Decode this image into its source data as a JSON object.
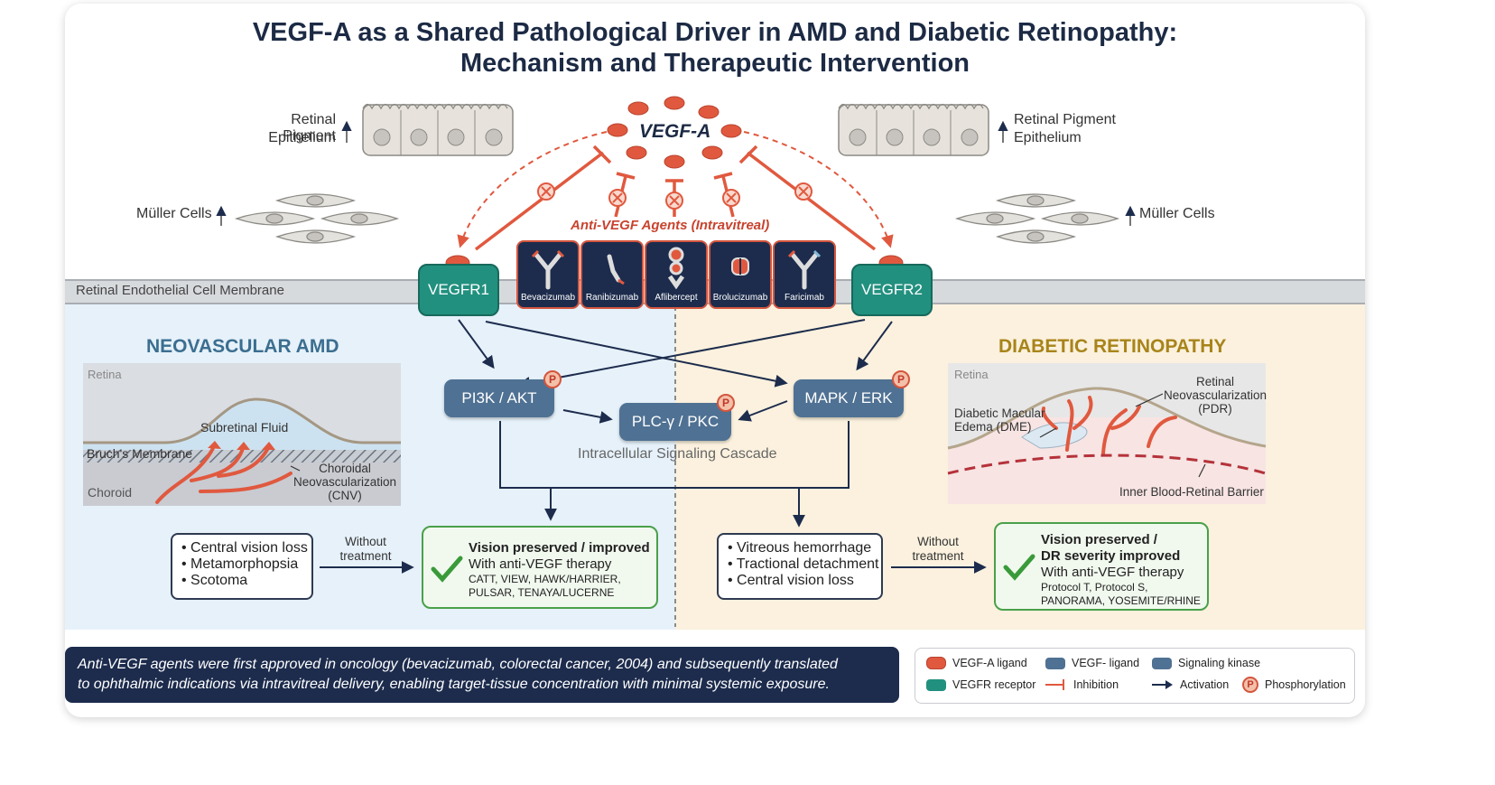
{
  "title_line1": "VEGF-A as a Shared Pathological Driver in AMD and Diabetic Retinopathy:",
  "title_line2": "Mechanism and Therapeutic Intervention",
  "top": {
    "rpe_label_left": [
      "Retinal Pigment",
      "Epithelium"
    ],
    "rpe_label_right": [
      "Retinal Pigment",
      "Epithelium"
    ],
    "muller_left": "Müller Cells",
    "muller_right": "Müller Cells",
    "vegf_label": "VEGF-A",
    "anti_vegf_label": "Anti-VEGF Agents (Intravitreal)"
  },
  "membrane_label": "Retinal Endothelial Cell Membrane",
  "receptors": [
    "VEGFR1",
    "VEGFR2"
  ],
  "drugs": [
    {
      "name": "Bevacizumab",
      "icon": "antibody-icon"
    },
    {
      "name": "Ranibizumab",
      "icon": "fab-fragment-icon"
    },
    {
      "name": "Aflibercept",
      "icon": "fusion-protein-icon"
    },
    {
      "name": "Brolucizumab",
      "icon": "single-chain-icon"
    },
    {
      "name": "Faricimab",
      "icon": "bispecific-antibody-icon"
    }
  ],
  "signaling": {
    "pi3k": "PI3K / AKT",
    "plc": "PLC-γ / PKC",
    "mapk": "MAPK / ERK",
    "cascade_label": "Intracellular Signaling Cascade",
    "phospho": "P"
  },
  "amd": {
    "title": "NEOVASCULAR AMD",
    "retina": "Retina",
    "subretinal_fluid": "Subretinal Fluid",
    "bruchs": "Bruch's Membrane",
    "choroid": "Choroid",
    "cnv": [
      "Choroidal",
      "Neovascularization",
      "(CNV)"
    ],
    "symptoms": [
      "• Central vision loss",
      "• Metamorphopsia",
      "• Scotoma"
    ],
    "without": [
      "Without",
      "treatment"
    ],
    "outcome_title": "Vision preserved / improved",
    "outcome_sub": "With anti-VEGF therapy",
    "outcome_trials": [
      "CATT, VIEW, HAWK/HARRIER,",
      "PULSAR, TENAYA/LUCERNE"
    ]
  },
  "dr": {
    "title": "DIABETIC RETINOPATHY",
    "retina": "Retina",
    "neovasc": [
      "Retinal",
      "Neovascularization",
      "(PDR)"
    ],
    "dme": [
      "Diabetic Macular",
      "Edema (DME)"
    ],
    "barrier": "Inner Blood-Retinal Barrier",
    "symptoms": [
      "• Vitreous hemorrhage",
      "• Tractional detachment",
      "• Central vision loss"
    ],
    "without": [
      "Without",
      "treatment"
    ],
    "outcome_title": [
      "Vision preserved /",
      "DR severity improved"
    ],
    "outcome_sub": "With anti-VEGF therapy",
    "outcome_trials": [
      "Protocol T, Protocol S,",
      "PANORAMA, YOSEMITE/RHINE"
    ]
  },
  "footer": [
    "Anti-VEGF agents were first approved in oncology (bevacizumab, colorectal cancer, 2004) and subsequently translated",
    "to ophthalmic indications via intravitreal delivery, enabling target-tissue concentration with minimal systemic exposure."
  ],
  "legend": {
    "vegfa": "VEGF-A ligand",
    "vegf_ligand": "VEGF- ligand",
    "kinase": "Signaling kinase",
    "receptor": "VEGFR receptor",
    "inhibition": "Inhibition",
    "activation": "Activation",
    "phosphorylation": "Phosphorylation"
  },
  "colors": {
    "ligand": "#e0593f",
    "receptor": "#22907f",
    "kinase": "#4f7193",
    "drug_bg": "#1d2c4d",
    "amd_bg": "#e6f1fa",
    "dr_bg": "#fbf1de",
    "amd_title": "#3b6e8f",
    "dr_title": "#a8841a",
    "good": "#4aa04a"
  }
}
